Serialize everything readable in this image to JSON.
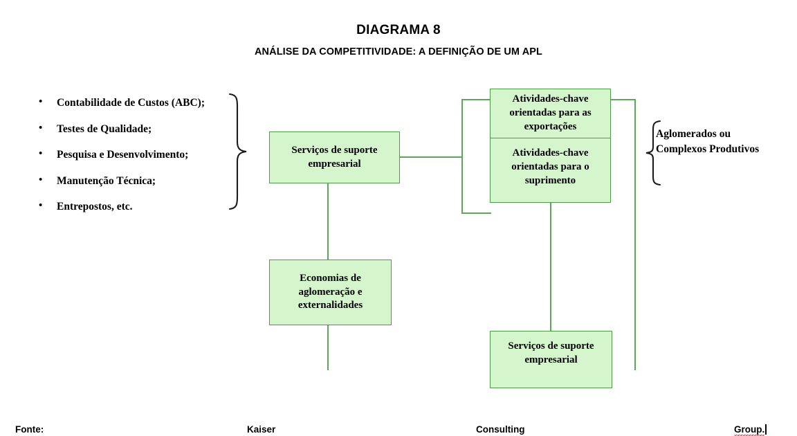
{
  "title": {
    "main": "DIAGRAMA 8",
    "sub": "ANÁLISE DA COMPETITIVIDADE: A DEFINIÇÃO DE UM APL"
  },
  "bullets": [
    {
      "label": "Contabilidade de Custos (ABC);"
    },
    {
      "label": "Testes de Qualidade;"
    },
    {
      "label": "Pesquisa e Desenvolvimento;"
    },
    {
      "label": "Manutenção Técnica;"
    },
    {
      "label": "Entrepostos, etc."
    }
  ],
  "nodes": {
    "support_services_left": "Serviços de suporte empresarial",
    "key_activities_exports": "Atividades-chave orientadas para as exportações",
    "key_activities_supply": "Atividades-chave orientadas para o suprimento",
    "agglomeration_economies": "Economias de aglomeração e externalidades",
    "support_services_bottom": "Serviços de suporte empresarial"
  },
  "side_label": "Aglomerados ou\nComplexos Produtivos",
  "footer": {
    "source_label": "Fonte:",
    "word_1": "Kaiser",
    "word_2": "Consulting",
    "word_3": "Group."
  },
  "colors": {
    "node_fill": "#d5f6cd",
    "node_border": "#4a9e46",
    "connector": "#5aa957",
    "text": "#000000",
    "spellcheck_underline": "#e02020",
    "background": "#ffffff"
  }
}
